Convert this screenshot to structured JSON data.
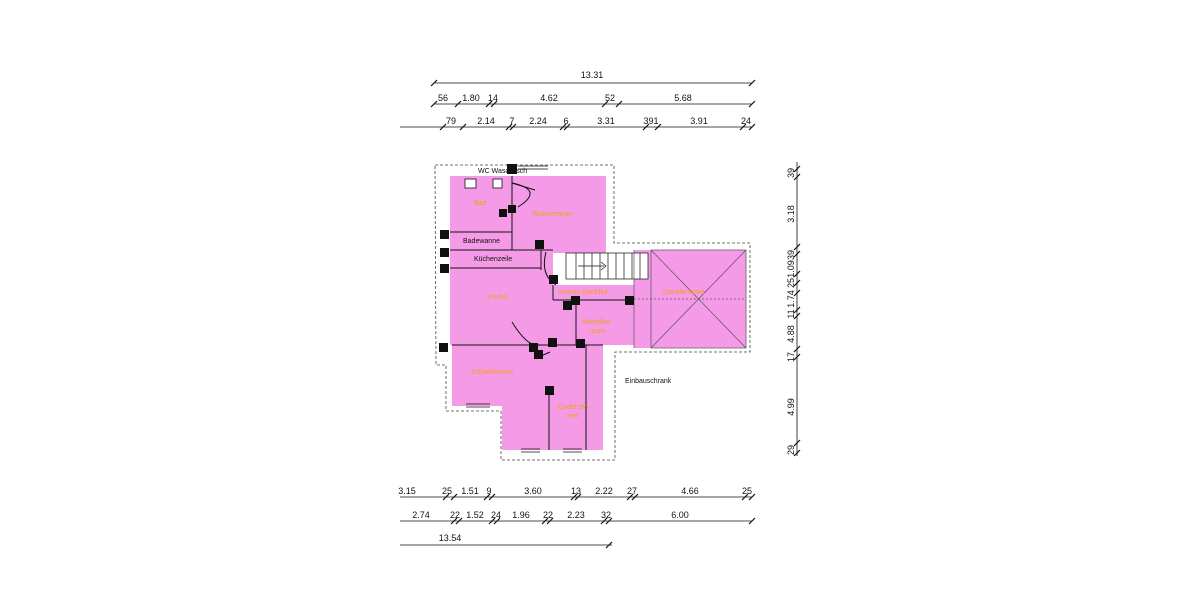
{
  "top_dims": {
    "overall": "13.31",
    "row1": [
      "56",
      "1.80",
      "14",
      "4.62",
      "52",
      "5.68"
    ],
    "row2": [
      "79",
      "2.14",
      "7",
      "2.24",
      "6",
      "3.31",
      "391",
      "3.91",
      "24"
    ]
  },
  "right_dims": [
    "39",
    "3.18",
    "39",
    "1.09",
    "25",
    "1.74",
    "11",
    "4.88",
    "17",
    "4.99",
    "29"
  ],
  "bottom_dims": {
    "row1": [
      "3.15",
      "25",
      "1.51",
      "9",
      "3.60",
      "13",
      "2.22",
      "27",
      "4.66",
      "25"
    ],
    "row2": [
      "2.74",
      "22",
      "1.52",
      "24",
      "1.96",
      "22",
      "2.23",
      "32",
      "6.00"
    ],
    "overall": "13.54"
  },
  "labels": {
    "wc": "WC Waschtisch",
    "badewanne": "Badewanne",
    "kuechenzeile": "Küchenzeile",
    "einbauschrank": "Einbauschrank"
  },
  "rooms": {
    "bad": "Bad",
    "wohnzimmer": "Wohnzimmer",
    "kueche": "Küche",
    "flur": "Innerer Dachflur",
    "dachterrasse": "Dachterrasse",
    "abstellraum_1": "Abstellra-",
    "abstellraum_2": "raum",
    "schlafzimmer": "Schlafzimmer",
    "kinderzimmer_1": "Kinderzim-",
    "kinderzimmer_2": "mer"
  },
  "colors": {
    "room_fill": "#f59ae6",
    "room_label": "#f2a11c",
    "wall": "#111111",
    "dashed_outline": "#444444"
  }
}
